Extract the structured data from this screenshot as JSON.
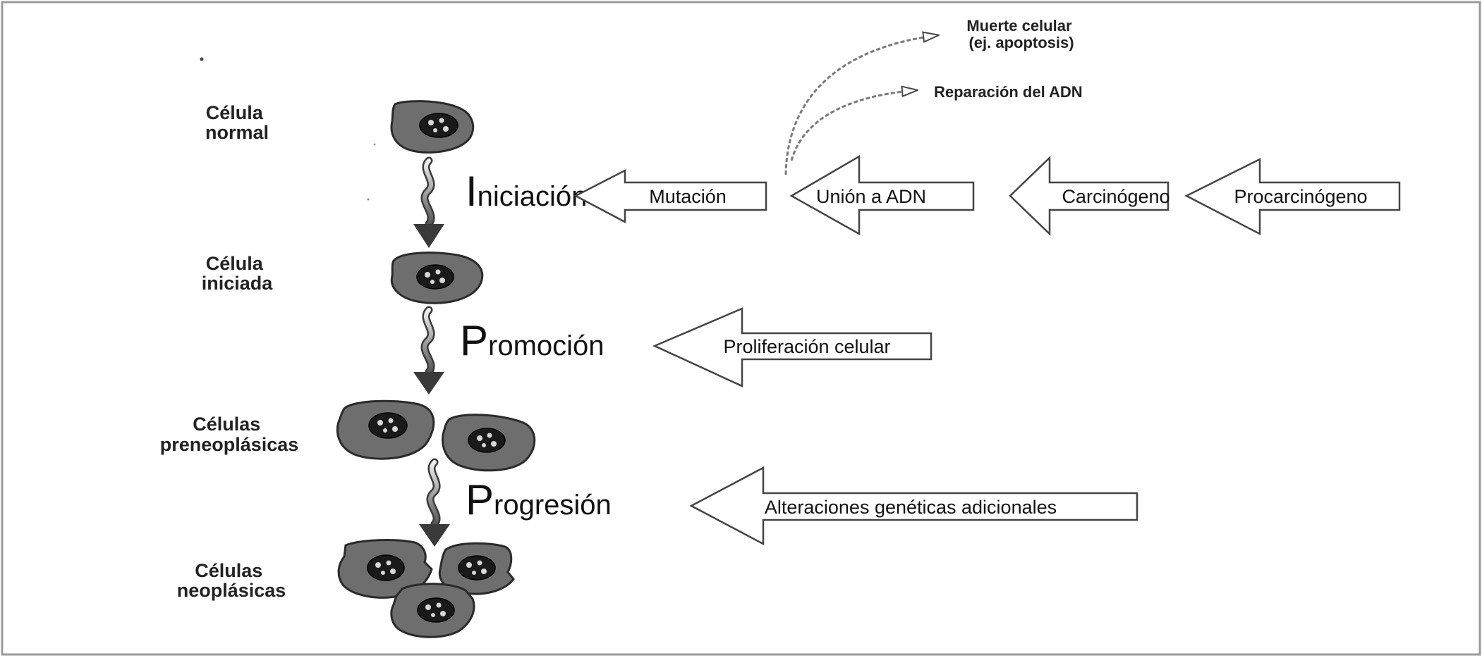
{
  "cells": {
    "normal": [
      "Célula",
      "normal"
    ],
    "initiated": [
      "Célula",
      "iniciada"
    ],
    "preneoplastic": [
      "Células",
      "preneoplásicas"
    ],
    "neoplastic": [
      "Células",
      "neoplásicas"
    ]
  },
  "stages": {
    "initiation": {
      "initial": "I",
      "rest": "niciación"
    },
    "promotion": {
      "initial": "P",
      "rest": "romoción"
    },
    "progression": {
      "initial": "P",
      "rest": "rogresión"
    }
  },
  "initiation_chain": [
    "Mutación",
    "Unión a ADN",
    "Carcinógeno",
    "Procarcinógeno"
  ],
  "promotion_input": "Proliferación celular",
  "progression_input": "Alteraciones genéticas adicionales",
  "outcomes": {
    "cell_death": [
      "Muerte celular",
      "(ej. apoptosis)"
    ],
    "dna_repair": "Reparación del ADN"
  }
}
